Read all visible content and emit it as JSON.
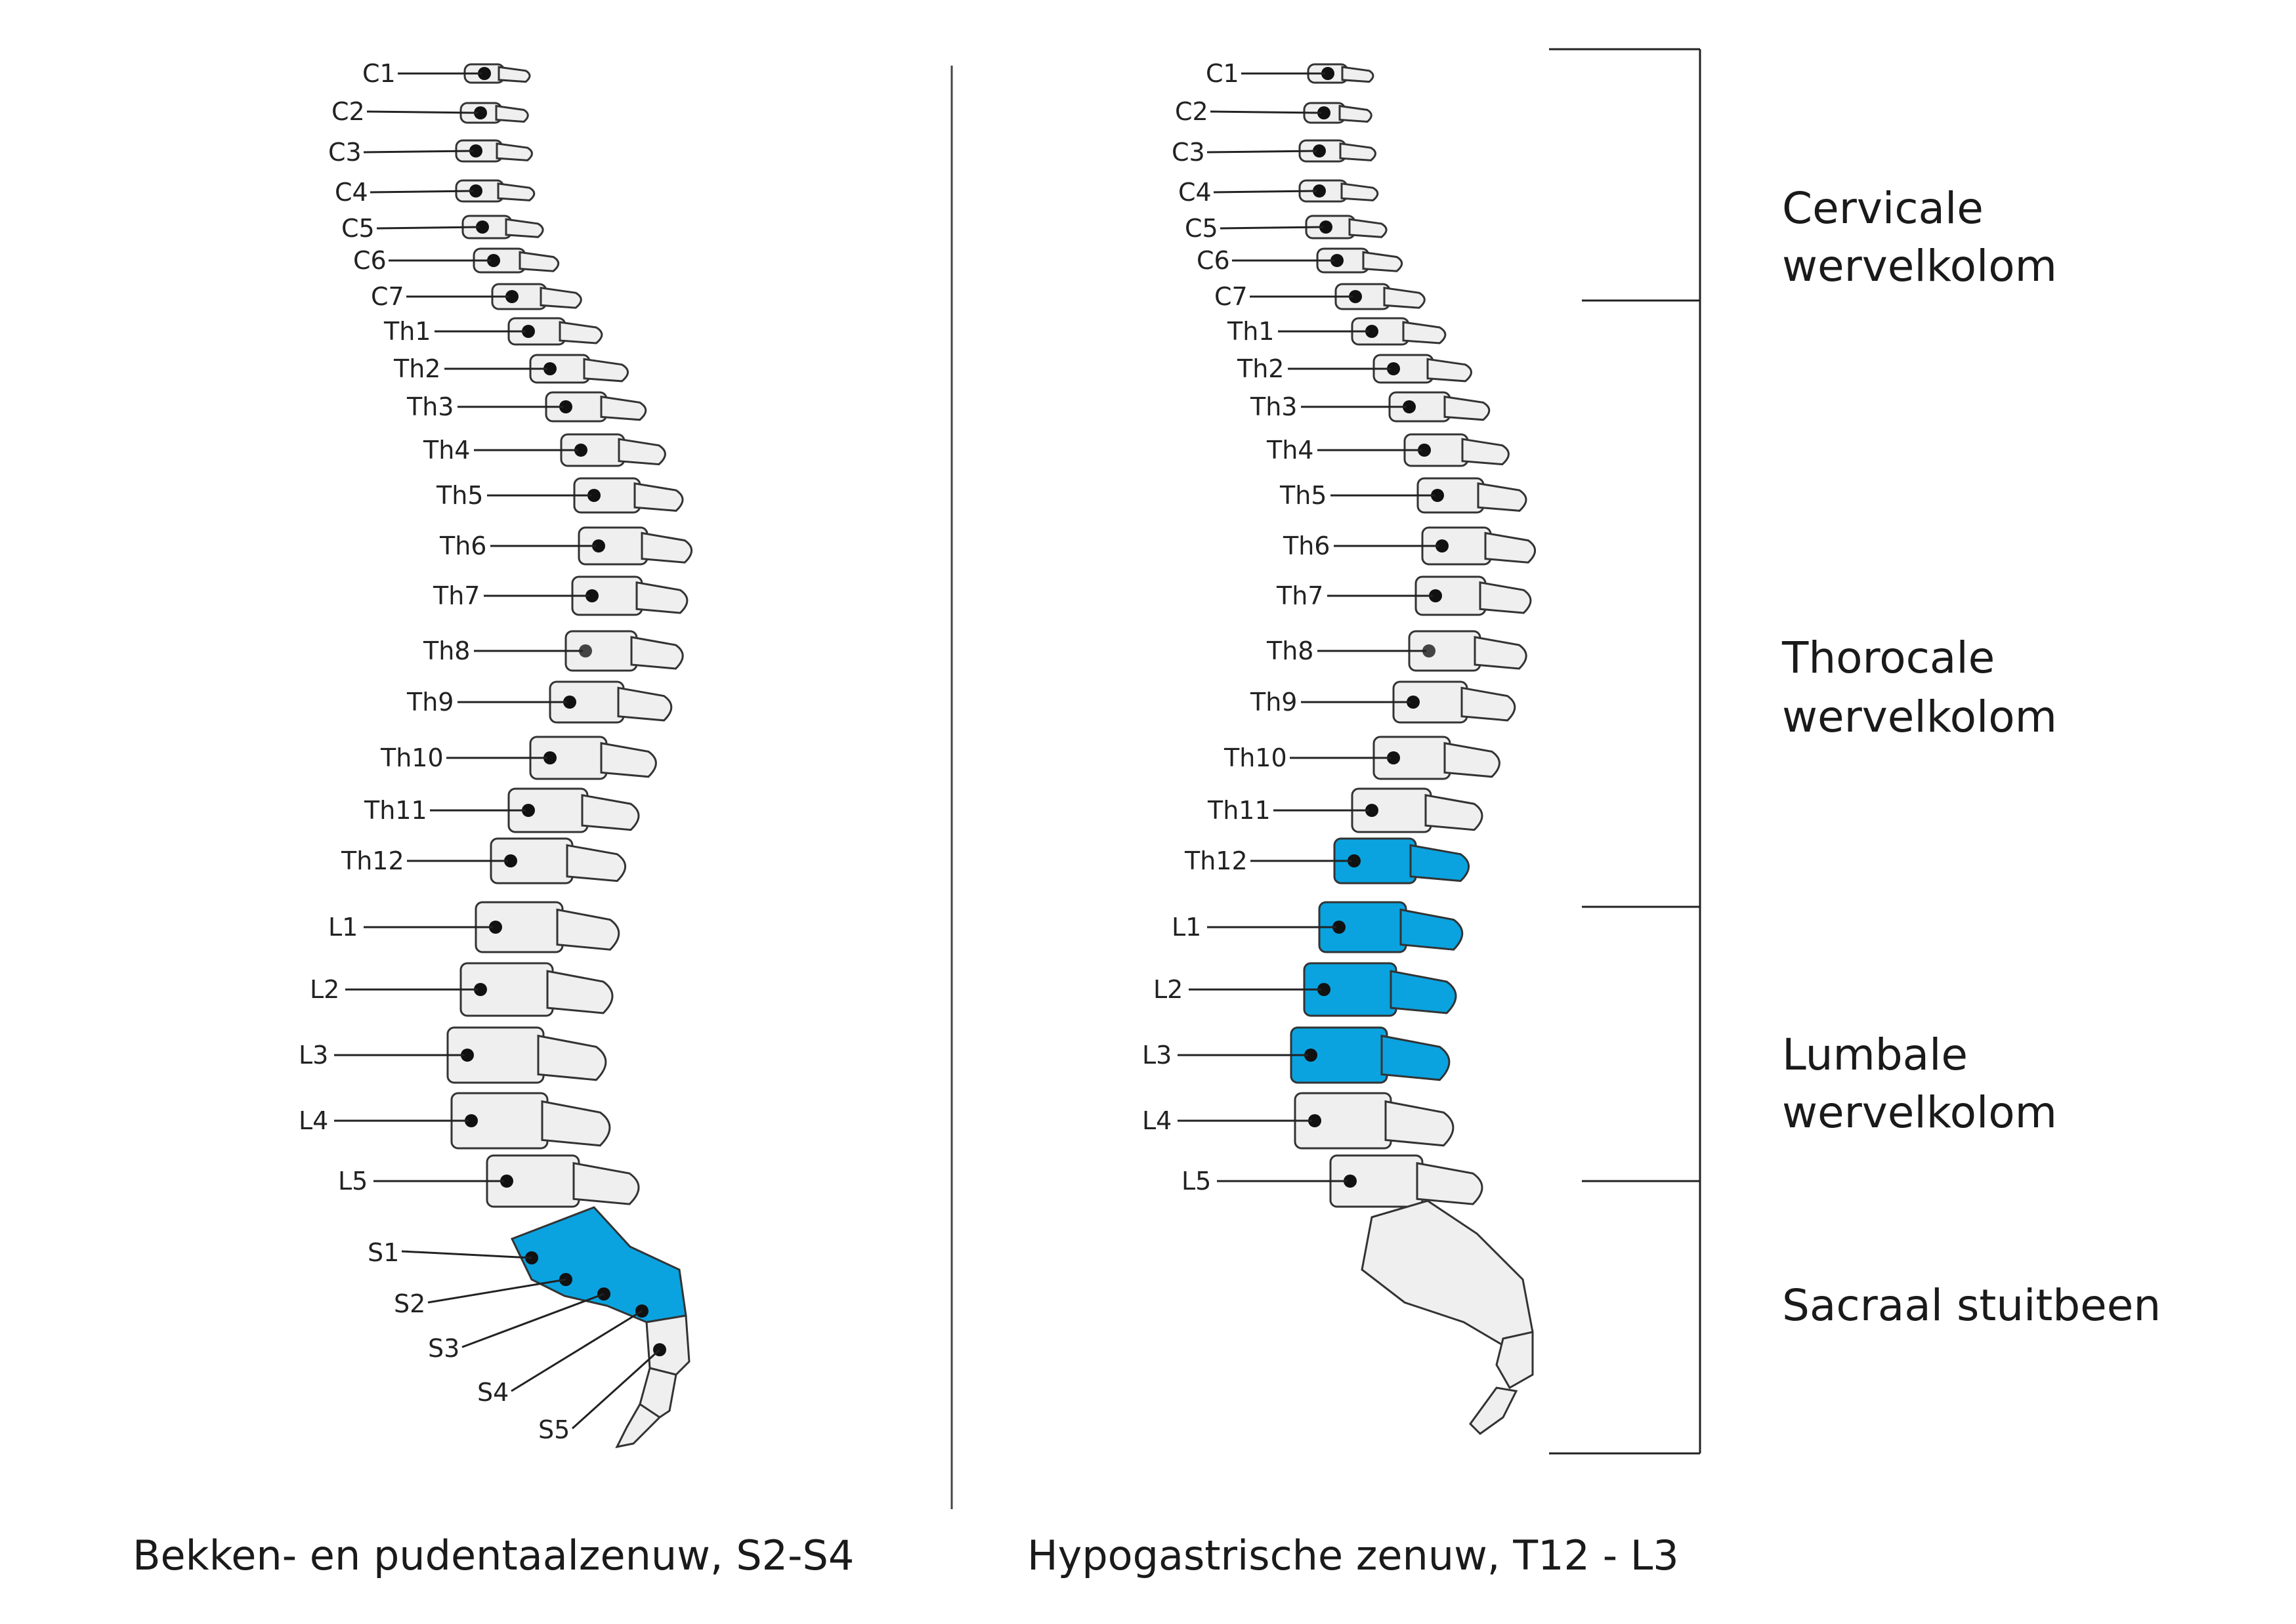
{
  "colors": {
    "bone_fill": "#efefef",
    "bone_stroke": "#333333",
    "highlight": "#0aa3e0",
    "line": "#222222"
  },
  "vertebrae_cervical_thoracic_lumbar": [
    "C1",
    "C2",
    "C3",
    "C4",
    "C5",
    "C6",
    "C7",
    "Th1",
    "Th2",
    "Th3",
    "Th4",
    "Th5",
    "Th6",
    "Th7",
    "Th8",
    "Th9",
    "Th10",
    "Th11",
    "Th12",
    "L1",
    "L2",
    "L3",
    "L4",
    "L5"
  ],
  "sacral": [
    "S1",
    "S2",
    "S3",
    "S4",
    "S5"
  ],
  "left_panel": {
    "caption": "Bekken- en pudentaalzenuw, S2-S4",
    "highlighted": [
      "S1",
      "S2",
      "S3",
      "S4"
    ]
  },
  "right_panel": {
    "caption": "Hypogastrische zenuw, T12 - L3",
    "highlighted": [
      "Th12",
      "L1",
      "L2",
      "L3"
    ]
  },
  "regions": [
    {
      "line1": "Cervicale",
      "line2": "wervelkolom"
    },
    {
      "line1": "Thorocale",
      "line2": "wervelkolom"
    },
    {
      "line1": "Lumbale",
      "line2": "wervelkolom"
    },
    {
      "line1": "Sacraal stuitbeen",
      "line2": ""
    }
  ]
}
